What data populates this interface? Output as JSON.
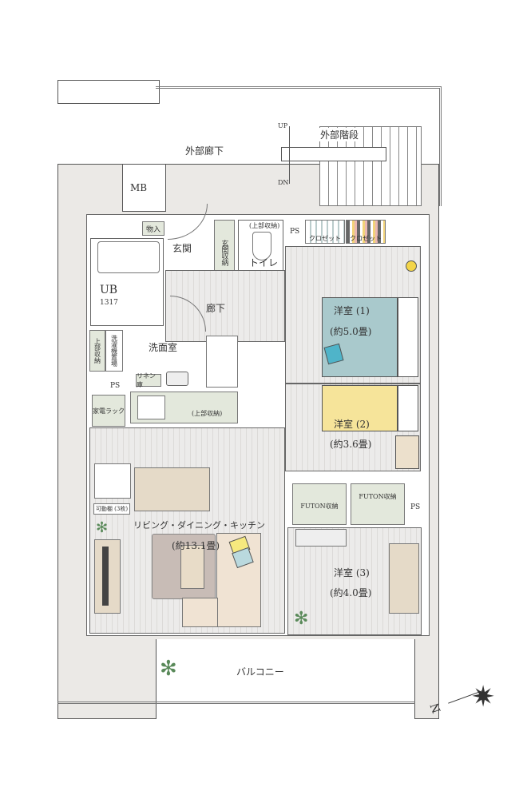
{
  "exterior": {
    "corridor": "外部廊下",
    "stairs": "外部階段",
    "up": "UP",
    "dn": "DN",
    "mb": "MB",
    "balcony": "バルコニー",
    "compass": "N"
  },
  "entry": {
    "storage": "物入",
    "entrance": "玄関",
    "shoe_storage": "玄関収納"
  },
  "toilet": {
    "upper_storage": "(上部収納)",
    "label": "トイレ"
  },
  "ps_labels": [
    "PS",
    "PS",
    "PS"
  ],
  "closets": [
    "クロゼット",
    "クロゼット"
  ],
  "bath": {
    "label": "UB",
    "size": "1317"
  },
  "hallway": "廊下",
  "room1": {
    "name": "洋室 (1)",
    "size": "(約5.0畳)"
  },
  "washroom": {
    "name": "洗面室",
    "upper_storage": "上部収納",
    "washer": "洗濯機置場",
    "linen": "リネン庫"
  },
  "kitchen": {
    "appliance_rack": "家電ラック",
    "upper_storage": "(上部収納)"
  },
  "room2": {
    "name": "洋室 (2)",
    "size": "(約3.6畳)"
  },
  "ldk": {
    "shelf": "可動棚 (3枚)",
    "name": "リビング・ダイニング・キッチン",
    "size": "(約13.1畳)"
  },
  "futon": [
    "FUTON収納",
    "FUTON収納"
  ],
  "room3": {
    "name": "洋室 (3)",
    "size": "(約4.0畳)"
  },
  "colors": {
    "room1_bed": "#a9c9cc",
    "room2_bed": "#f6e49a",
    "rug": "#c8bcb6",
    "sofa": "#f0e3d3",
    "storage": "#e3e8dc"
  }
}
